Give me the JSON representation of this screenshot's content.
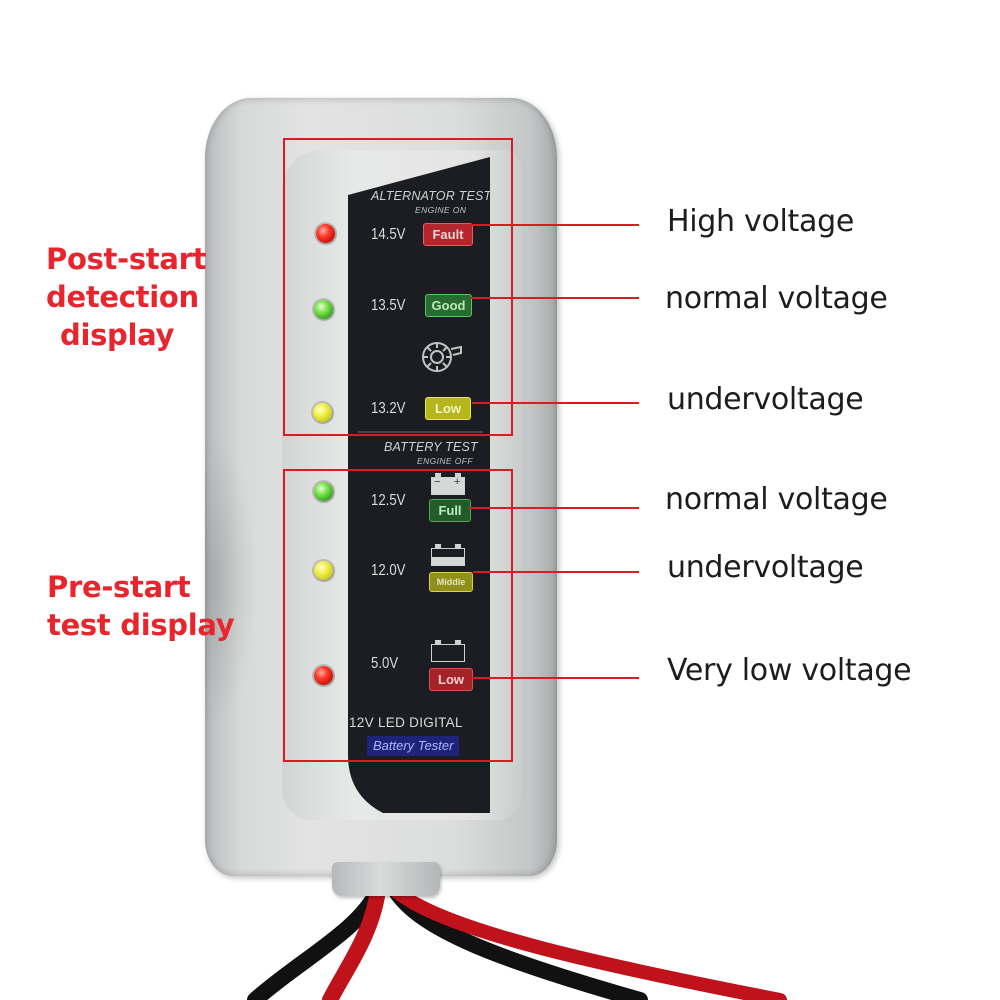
{
  "side_labels": {
    "post_start": [
      "Post-start",
      "detection",
      "display"
    ],
    "pre_start": [
      "Pre-start",
      "test display"
    ]
  },
  "panel": {
    "alternator_title": "ALTERNATOR TEST",
    "alternator_sub": "ENGINE ON",
    "battery_title": "BATTERY TEST",
    "battery_sub": "ENGINE OFF",
    "brand_line1": "12V LED DIGITAL",
    "brand_line2": "Battery Tester",
    "rows": [
      {
        "voltage": "14.5V",
        "badge": "Fault",
        "led": "red"
      },
      {
        "voltage": "13.5V",
        "badge": "Good",
        "led": "green"
      },
      {
        "voltage": "13.2V",
        "badge": "Low",
        "led": "yellow"
      },
      {
        "voltage": "12.5V",
        "badge": "Full",
        "led": "green"
      },
      {
        "voltage": "12.0V",
        "badge": "Middle",
        "led": "yellow"
      },
      {
        "voltage": "5.0V",
        "badge": "Low",
        "led": "red"
      }
    ],
    "battery_icon_signs": [
      "−",
      "+"
    ]
  },
  "callouts": [
    "High voltage",
    "normal voltage",
    "undervoltage",
    "normal voltage",
    "undervoltage",
    "Very low voltage"
  ],
  "colors": {
    "annotation_red": "#d81c23",
    "side_label_red": "#e8242c",
    "panel_black": "#1b1d22",
    "led_red": "#ff3b2a",
    "led_green": "#35a51c",
    "led_yellow": "#e8e63a"
  }
}
